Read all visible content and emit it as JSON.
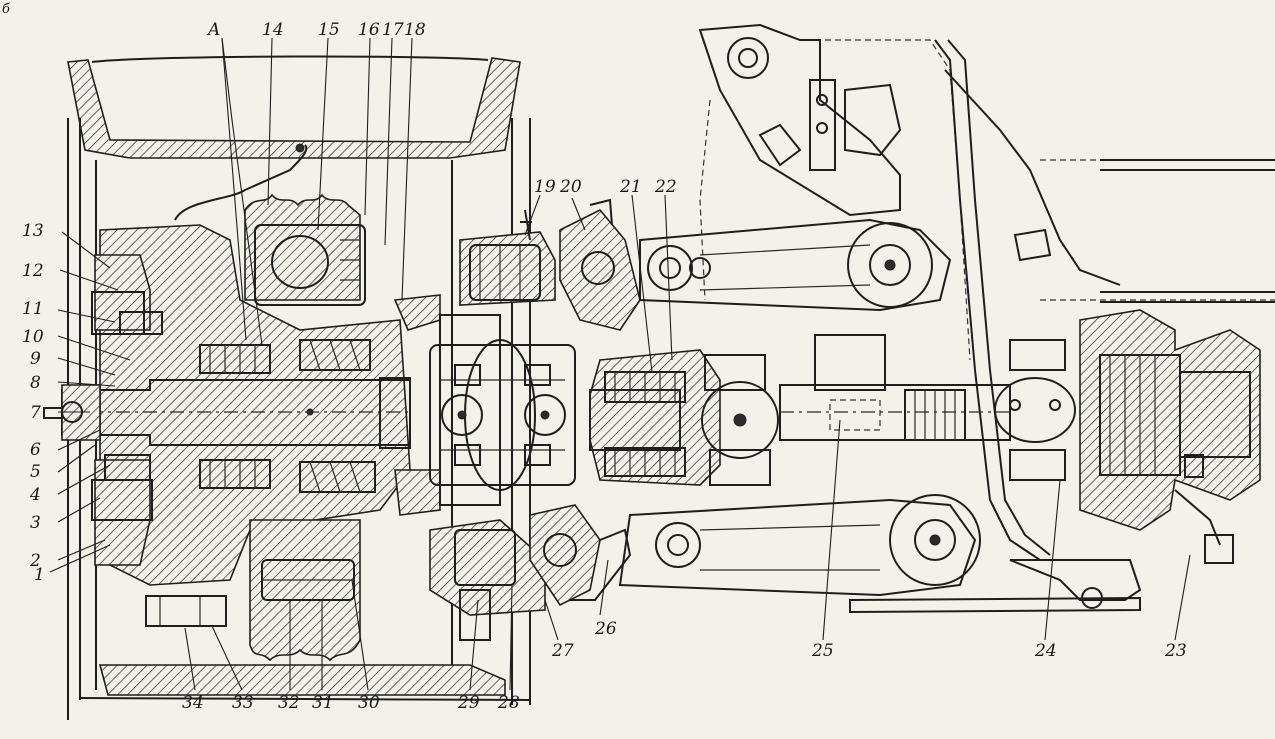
{
  "drawing": {
    "corner_mark": "б",
    "labels": [
      {
        "id": "A",
        "text": "A"
      },
      {
        "id": "14",
        "text": "14"
      },
      {
        "id": "15",
        "text": "15"
      },
      {
        "id": "16",
        "text": "16"
      },
      {
        "id": "17",
        "text": "17"
      },
      {
        "id": "18",
        "text": "18"
      },
      {
        "id": "19",
        "text": "19"
      },
      {
        "id": "20",
        "text": "20"
      },
      {
        "id": "21",
        "text": "21"
      },
      {
        "id": "22",
        "text": "22"
      },
      {
        "id": "13",
        "text": "13"
      },
      {
        "id": "12",
        "text": "12"
      },
      {
        "id": "11",
        "text": "11"
      },
      {
        "id": "10",
        "text": "10"
      },
      {
        "id": "9",
        "text": "9"
      },
      {
        "id": "8",
        "text": "8"
      },
      {
        "id": "7",
        "text": "7"
      },
      {
        "id": "6",
        "text": "6"
      },
      {
        "id": "5",
        "text": "5"
      },
      {
        "id": "4",
        "text": "4"
      },
      {
        "id": "3",
        "text": "3"
      },
      {
        "id": "2",
        "text": "2"
      },
      {
        "id": "1",
        "text": "1"
      },
      {
        "id": "34",
        "text": "34"
      },
      {
        "id": "33",
        "text": "33"
      },
      {
        "id": "32",
        "text": "32"
      },
      {
        "id": "31",
        "text": "31"
      },
      {
        "id": "30",
        "text": "30"
      },
      {
        "id": "29",
        "text": "29"
      },
      {
        "id": "28",
        "text": "28"
      },
      {
        "id": "27",
        "text": "27"
      },
      {
        "id": "26",
        "text": "26"
      },
      {
        "id": "25",
        "text": "25"
      },
      {
        "id": "24",
        "text": "24"
      },
      {
        "id": "23",
        "text": "23"
      }
    ]
  }
}
